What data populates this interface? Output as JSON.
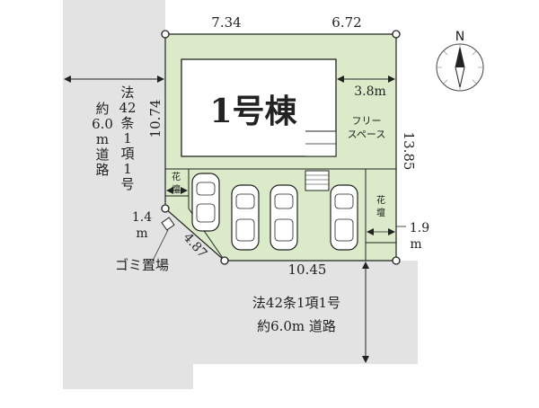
{
  "plan": {
    "building_label": "1号棟",
    "dimensions": {
      "top_left": "7.34",
      "top_right": "6.72",
      "left": "10.74",
      "right": "13.85",
      "bottom": "10.45",
      "diagonal": "4.87",
      "free_space_width": "3.8m",
      "flowerbed_left_1": "1.4",
      "flowerbed_left_2": "m",
      "flowerbed_right_1": "1.9",
      "flowerbed_right_2": "m"
    },
    "labels": {
      "free_space_line1": "フリー",
      "free_space_line2": "スペース",
      "flowerbed_char1": "花",
      "flowerbed_char2": "壇",
      "garbage": "ゴミ置場"
    },
    "compass": {
      "north": "N"
    },
    "road_west": {
      "col1": [
        "法",
        "42",
        "条",
        "1",
        "項",
        "1",
        "号"
      ],
      "col2": [
        "約",
        "6.0",
        "m",
        "道",
        "路"
      ]
    },
    "road_south": {
      "line1": "法42条1項1号",
      "line2": "約6.0m 道路"
    },
    "colors": {
      "lot": "#dbeac9",
      "road": "#e3e3e3",
      "line": "#222222"
    }
  }
}
